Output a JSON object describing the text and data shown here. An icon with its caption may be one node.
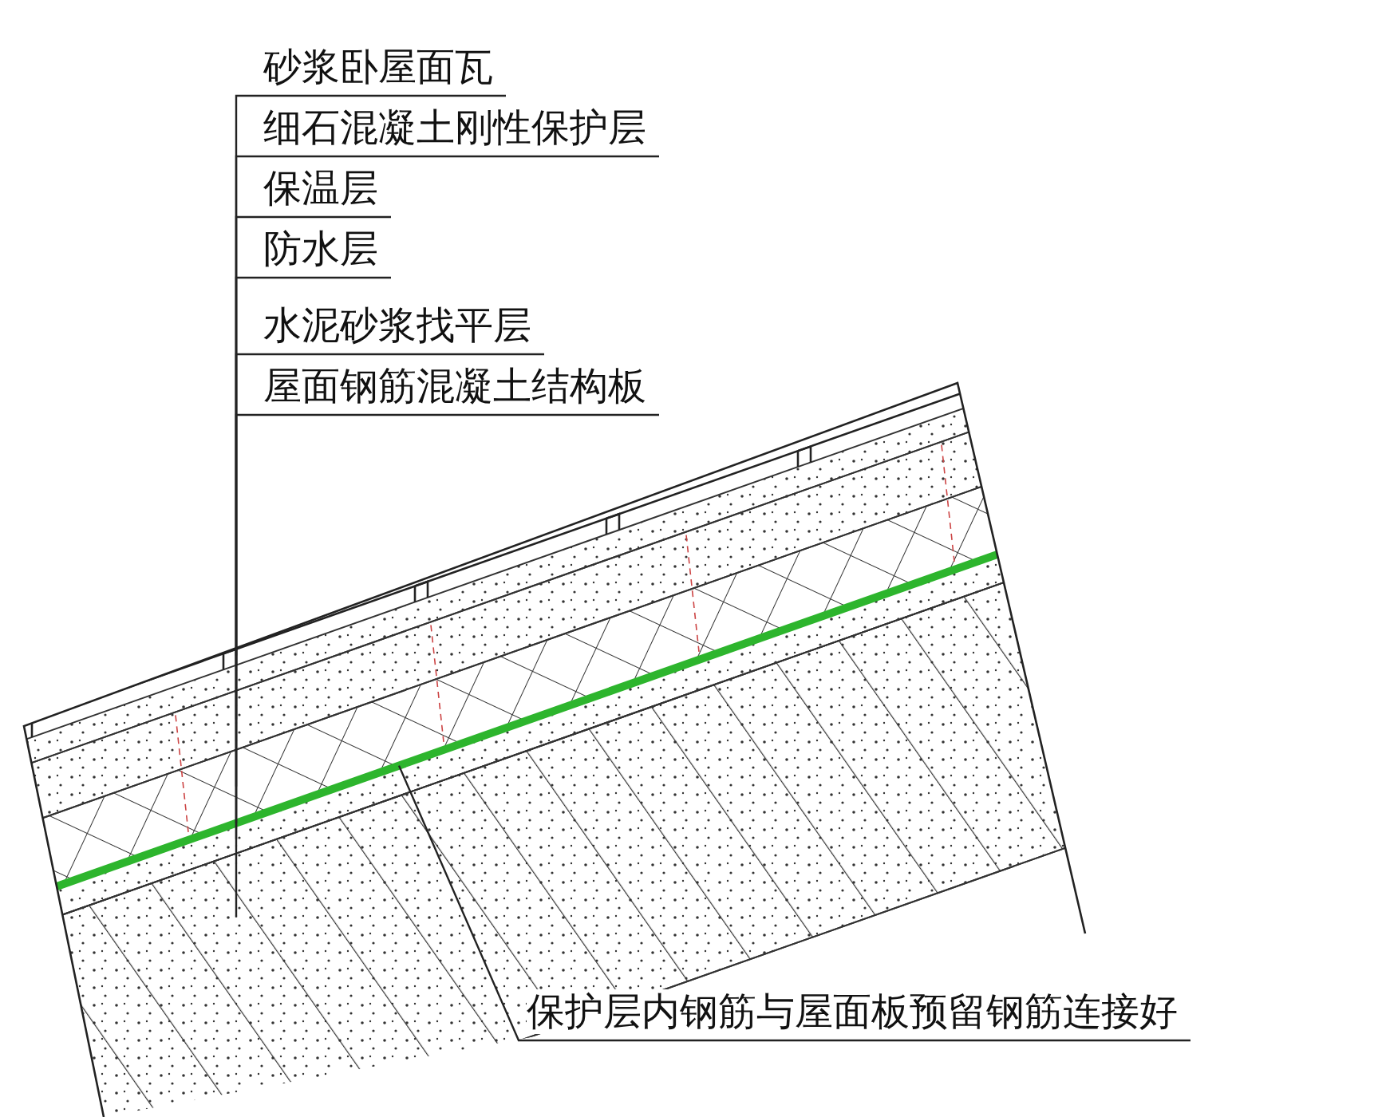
{
  "diagram": {
    "nodes": [
      {
        "text": [
          "砂浆卧屋面瓦"
        ]
      },
      {
        "text": [
          "细石混凝土刚性保护层"
        ]
      },
      {
        "text": [
          "保温层"
        ]
      },
      {
        "text": [
          "防水层"
        ]
      },
      {
        "text": [
          "水泥砂浆找平层"
        ]
      },
      {
        "text": [
          "屋面钢筋混凝土结构板"
        ]
      },
      {
        "text": [
          "保护层内钢筋与屋面板预留钢筋连接好"
        ]
      }
    ],
    "edges": [
      {
        "from": 0,
        "to": null,
        "arrow": "none"
      },
      {
        "from": 1,
        "to": null,
        "arrow": "none"
      },
      {
        "from": 2,
        "to": null,
        "arrow": "none"
      },
      {
        "from": 3,
        "to": null,
        "arrow": "none"
      },
      {
        "from": 4,
        "to": null,
        "arrow": "none"
      },
      {
        "from": 5,
        "to": null,
        "arrow": "none"
      },
      {
        "from": 6,
        "to": null,
        "arrow": "none"
      }
    ]
  }
}
